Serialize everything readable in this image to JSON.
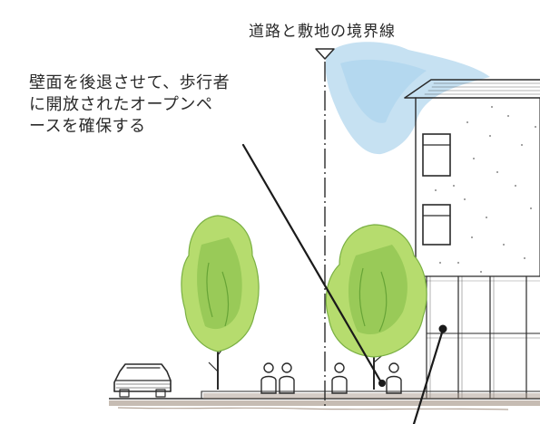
{
  "diagram": {
    "boundary_label": "道路と敷地の境界線",
    "annotation": {
      "lines": [
        "壁面を後退させて、歩行者",
        "に開放されたオープンペ",
        "ースを確保する"
      ]
    }
  },
  "colors": {
    "ink": "#2a2a2a",
    "sky_wash": "#bcdcf0",
    "tree_light": "#b6dc6e",
    "tree_mid": "#8fc452",
    "tree_dark": "#5a9a2e",
    "ground": "#a08f80",
    "wall_dots": "#555555"
  },
  "icons": [
    "boundary-marker-icon",
    "car-icon",
    "pedestrian-icon",
    "tree-icon",
    "building-icon"
  ]
}
